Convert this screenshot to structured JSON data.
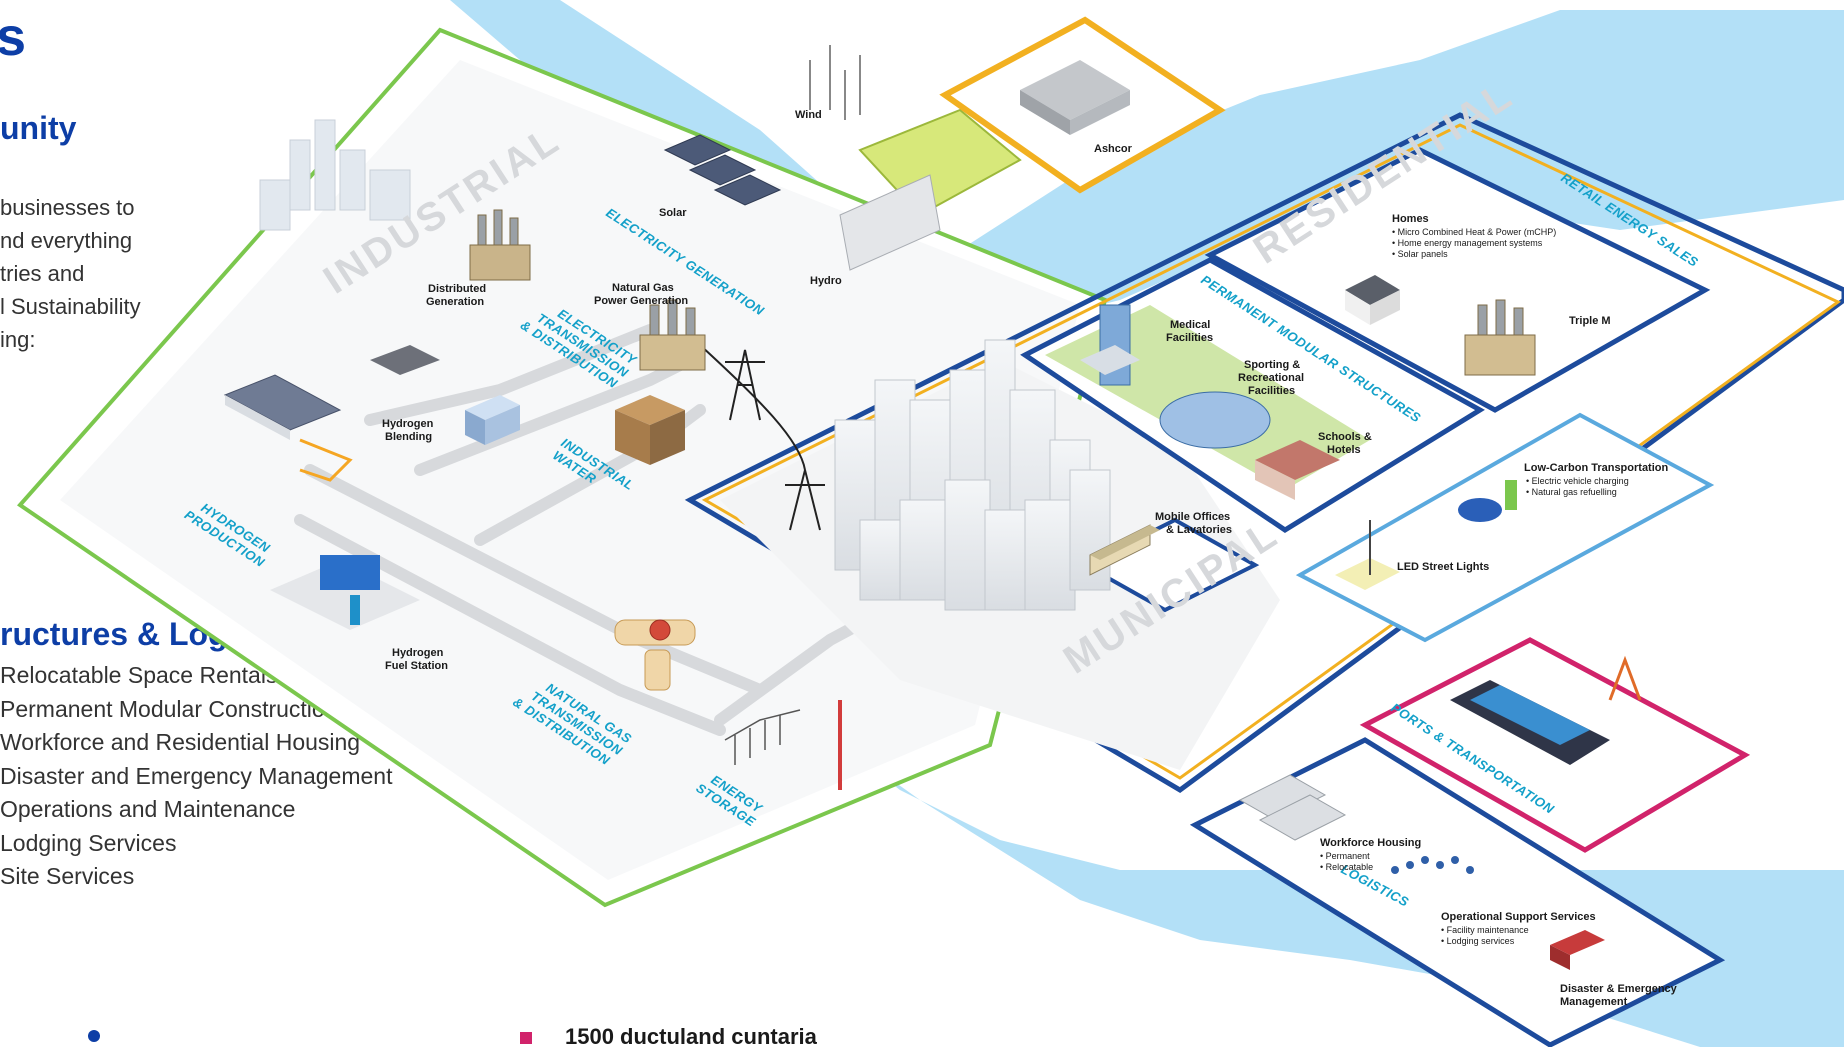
{
  "left": {
    "title_fragment": "s",
    "opportunity_heading": "unity",
    "intro_lines": [
      "businesses to",
      "nd everything",
      "tries and",
      "l Sustainability",
      "ing:"
    ],
    "structures_heading": "ructures & Logistics",
    "services": [
      "Relocatable Space Rentals",
      "Permanent Modular Construction",
      "Workforce and Residential Housing",
      "Disaster and Emergency Management",
      "Operations and Maintenance",
      "Lodging Services",
      "Site Services"
    ],
    "footer_fragment": "1500 ductuland cuntaria"
  },
  "map": {
    "sections": {
      "industrial": "INDUSTRIAL",
      "residential": "RESIDENTIAL",
      "municipal": "MUNICIPAL",
      "electricity_generation": "ELECTRICITY GENERATION",
      "electricity_transmission": [
        "ELECTRICITY",
        "TRANSMISSION",
        "& DISTRIBUTION"
      ],
      "industrial_water": [
        "INDUSTRIAL",
        "WATER"
      ],
      "hydrogen_production": [
        "HYDROGEN",
        "PRODUCTION"
      ],
      "natural_gas_transmission": [
        "NATURAL GAS",
        "TRANSMISSION",
        "& DISTRIBUTION"
      ],
      "energy_storage": [
        "ENERGY",
        "STORAGE"
      ],
      "retail_energy_sales": "RETAIL ENERGY SALES",
      "permanent_modular_structures": "PERMANENT MODULAR STRUCTURES",
      "ports_transportation": "PORTS & TRANSPORTATION",
      "logistics": "LOGISTICS"
    },
    "labels": {
      "wind": "Wind",
      "solar": "Solar",
      "hydro": "Hydro",
      "ashcor": "Ashcor",
      "distributed_generation": [
        "Distributed",
        "Generation"
      ],
      "natural_gas_power": [
        "Natural Gas",
        "Power Generation"
      ],
      "hydrogen_blending": [
        "Hydrogen",
        "Blending"
      ],
      "hydrogen_fuel_station": [
        "Hydrogen",
        "Fuel Station"
      ],
      "medical": [
        "Medical",
        "Facilities"
      ],
      "sporting": [
        "Sporting &",
        "Recreational",
        "Facilities"
      ],
      "schools": [
        "Schools &",
        "Hotels"
      ],
      "mobile_offices": [
        "Mobile Offices",
        "& Lavatories"
      ],
      "homes": "Homes",
      "homes_items": [
        "• Micro Combined Heat & Power (mCHP)",
        "• Home energy management systems",
        "• Solar panels"
      ],
      "triple_m": "Triple M",
      "low_carbon": "Low-Carbon Transportation",
      "low_carbon_items": [
        "• Electric vehicle charging",
        "• Natural gas refuelling"
      ],
      "led": "LED Street Lights",
      "workforce": "Workforce Housing",
      "workforce_items": [
        "• Permanent",
        "• Relocatable"
      ],
      "operational": "Operational Support Services",
      "operational_items": [
        "• Facility maintenance",
        "• Lodging services"
      ],
      "disaster": [
        "Disaster & Emergency",
        "Management"
      ]
    }
  },
  "colors": {
    "water": "#b3e0f7",
    "industrial_border": "#7bc74d",
    "ashcor_border": "#f2b020",
    "utility_border": "#1d4b9c",
    "light_border": "#5aa9de",
    "ports_border": "#d1236b",
    "section_text": "#13a0c9",
    "heading": "#0d3ea6"
  }
}
